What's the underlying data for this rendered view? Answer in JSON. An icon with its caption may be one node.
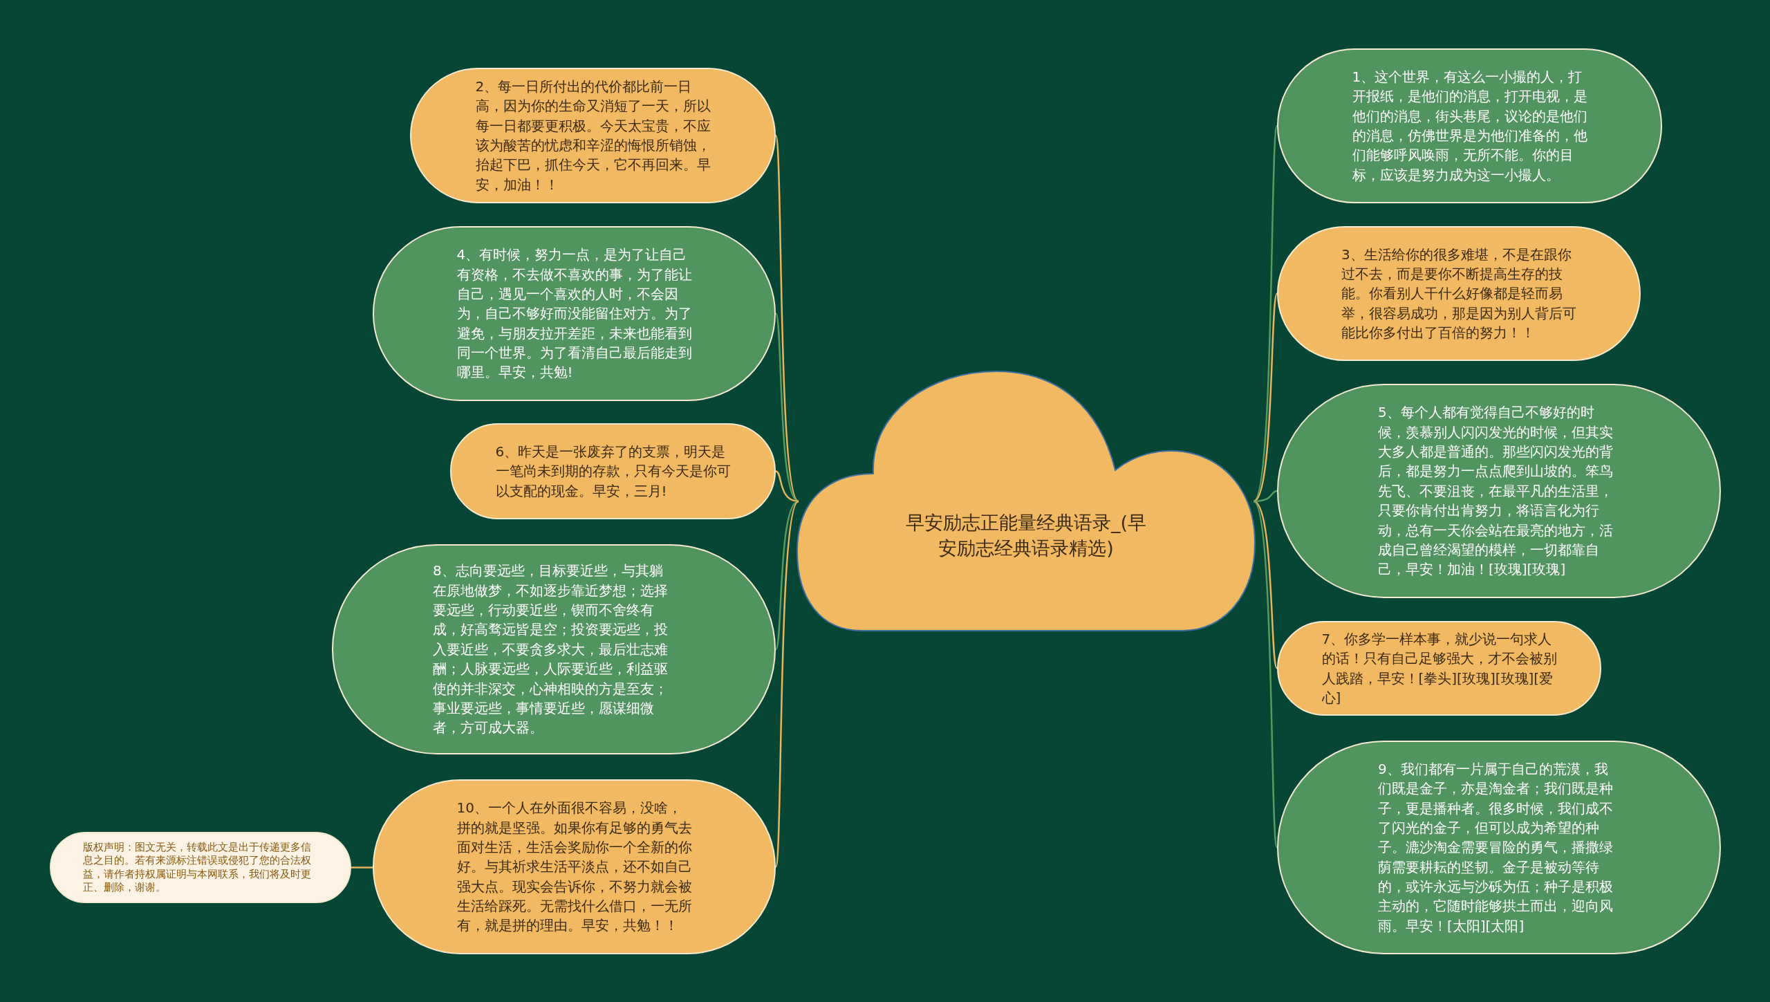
{
  "diagram": {
    "nodes": [
      {
        "text": [
          "早安励志正能量经典语录_(早安励志经典语录精选)"
        ]
      },
      {
        "text": [
          "1、这个世界，有这么一小撮的人，打开报纸，是他们的消息，打开电视，是他们的消息，街头巷尾，议论的是他们的消息，仿佛世界是为他们准备的，他们能够呼风唤雨，无所不能。你的目标，应该是努力成为这一小撮人。"
        ]
      },
      {
        "text": [
          "2、每一日所付出的代价都比前一日高，因为你的生命又消短了一天，所以每一日都要更积极。今天太宝贵，不应该为酸苦的忧虑和辛涩的悔恨所销蚀，抬起下巴，抓住今天，它不再回来。早安，加油！！"
        ]
      },
      {
        "text": [
          "3、生活给你的很多难堪，不是在跟你过不去，而是要你不断提高生存的技能。你看别人干什么好像都是轻而易举，很容易成功，那是因为别人背后可能比你多付出了百倍的努力！！"
        ]
      },
      {
        "text": [
          "4、有时候，努力一点，是为了让自己有资格，不去做不喜欢的事，为了能让自己，遇见一个喜欢的人时，不会因为，自己不够好而没能留住对方。为了避免，与朋友拉开差距，未来也能看到同一个世界。为了看清自己最后能走到哪里。早安，共勉!"
        ]
      },
      {
        "text": [
          "5、每个人都有觉得自己不够好的时候，羡慕别人闪闪发光的时候，但其实大多人都是普通的。那些闪闪发光的背后，都是努力一点点爬到山坡的。笨鸟先飞、不要沮丧，在最平凡的生活里，只要你肯付出肯努力，将语言化为行动，总有一天你会站在最亮的地方，活成自己曾经渴望的模样，一切都靠自己，早安！加油！[玫瑰][玫瑰]"
        ]
      },
      {
        "text": [
          "6、昨天是一张废弃了的支票，明天是一笔尚未到期的存款，只有今天是你可以支配的现金。早安，三月!"
        ]
      },
      {
        "text": [
          "7、你多学一样本事，就少说一句求人的话！只有自己足够强大，才不会被别人践踏，早安！[拳头][玫瑰][玫瑰][爱心]"
        ]
      },
      {
        "text": [
          "8、志向要远些，目标要近些，与其躺在原地做梦，不如逐步靠近梦想；选择要远些，行动要近些，锲而不舍终有成，好高骛远皆是空；投资要远些，投入要近些，不要贪多求大，最后壮志难酬；人脉要远些，人际要近些，利益驱使的并非深交，心神相映的方是至友；事业要远些，事情要近些，愿谋细微者，方可成大器。"
        ]
      },
      {
        "text": [
          "9、我们都有一片属于自己的荒漠，我们既是金子，亦是淘金者；我们既是种子，更是播种者。很多时候，我们成不了闪光的金子，但可以成为希望的种子。漉沙淘金需要冒险的勇气，播撒绿荫需要耕耘的坚韧。金子是被动等待的，或许永远与沙砾为伍；种子是积极主动的，它随时能够拱土而出，迎向风雨。早安！[太阳][太阳]"
        ]
      },
      {
        "text": [
          "10、一个人在外面很不容易，没啥，拼的就是坚强。如果你有足够的勇气去面对生活，生活会奖励你一个全新的你好。与其祈求生活平淡点，还不如自己强大点。现实会告诉你，不努力就会被生活给踩死。无需找什么借口，一无所有，就是拼的理由。早安，共勉！！"
        ]
      },
      {
        "text": [
          "版权声明：图文无关，转载此文是出于传递更多信息之目的。若有来源标注错误或侵犯了您的合法权益，请作者持权属证明与本网联系，我们将及时更正、删除，谢谢。"
        ]
      }
    ],
    "edges": [
      {
        "from": 0,
        "to": 1,
        "arrow": "none",
        "color": "#5a9a5e"
      },
      {
        "from": 0,
        "to": 2,
        "arrow": "none"
      },
      {
        "from": 0,
        "to": 3,
        "arrow": "none"
      },
      {
        "from": 0,
        "to": 4,
        "arrow": "none",
        "color": "#5a9a5e"
      },
      {
        "from": 0,
        "to": 5,
        "arrow": "none",
        "color": "#5a9a5e"
      },
      {
        "from": 0,
        "to": 6,
        "arrow": "none"
      },
      {
        "from": 0,
        "to": 7,
        "arrow": "none"
      },
      {
        "from": 0,
        "to": 8,
        "arrow": "none",
        "color": "#5a9a5e"
      },
      {
        "from": 0,
        "to": 9,
        "arrow": "none",
        "color": "#5a9a5e"
      },
      {
        "from": 0,
        "to": 10,
        "arrow": "none"
      },
      {
        "from": 10,
        "to": 11,
        "arrow": "none"
      }
    ]
  }
}
